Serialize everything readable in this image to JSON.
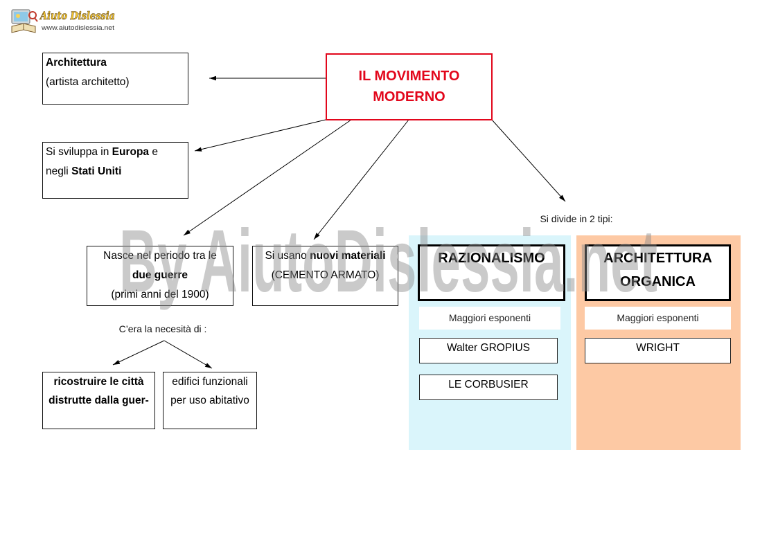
{
  "logo": {
    "title": "Aiuto Dislessia",
    "url": "www.aiutodislessia.net"
  },
  "watermark": "By AiutoDislessia.net",
  "main": {
    "title_line1": "IL MOVIMENTO",
    "title_line2": "MODERNO"
  },
  "architettura": {
    "title": "Architettura",
    "note": "(artista architetto)"
  },
  "sviluppo": {
    "pre": "Si sviluppa in ",
    "europa": "Europa",
    "post": " e",
    "pre2": "negli ",
    "stati_uniti": "Stati Uniti"
  },
  "nasce": {
    "line1": "Nasce nel periodo tra le",
    "line2": "due guerre",
    "line3": "(primi anni del 1900)"
  },
  "materiali": {
    "pre": "Si usano ",
    "bold": "nuovi materiali",
    "line2": "(CEMENTO ARMATO)"
  },
  "necessita": {
    "label": "C’era la necesità di :",
    "ricostruire": {
      "line1": "ricostruire le città",
      "line2": "distrutte dalla guer-"
    },
    "edifici": {
      "line1": "edifici funzionali",
      "line2": "per uso abitativo"
    }
  },
  "tipi": {
    "label": "Si divide in 2 tipi:",
    "razionalismo": {
      "title": "RAZIONALISMO",
      "exponents_label": "Maggiori esponenti",
      "exponents": [
        "Walter GROPIUS",
        "LE CORBUSIER"
      ]
    },
    "organica": {
      "title_line1": "ARCHITETTURA",
      "title_line2": "ORGANICA",
      "exponents_label": "Maggiori esponenti",
      "exponents": [
        "WRIGHT"
      ]
    }
  },
  "colors": {
    "title_red": "#e2061b",
    "razionalismo_panel": "#daf5fb",
    "organica_panel": "#fdc9a4",
    "logo_gold": "#f3c531"
  }
}
